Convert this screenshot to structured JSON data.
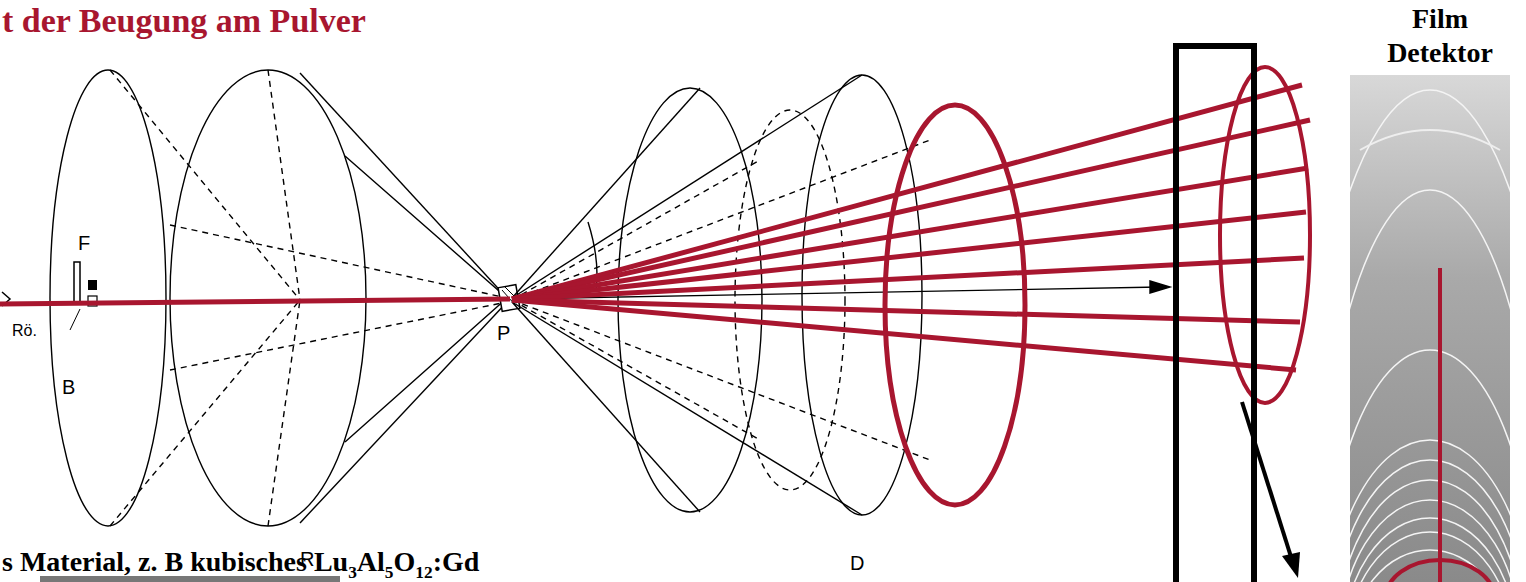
{
  "diagram": {
    "title": "t der Beugung am Pulver",
    "labels": [
      "F",
      "B",
      "Rö.",
      "P",
      "R",
      "D",
      "s Material, z. B kubisches Lu3Al5O12:Gd",
      "Film Detektor"
    ]
  }
}
